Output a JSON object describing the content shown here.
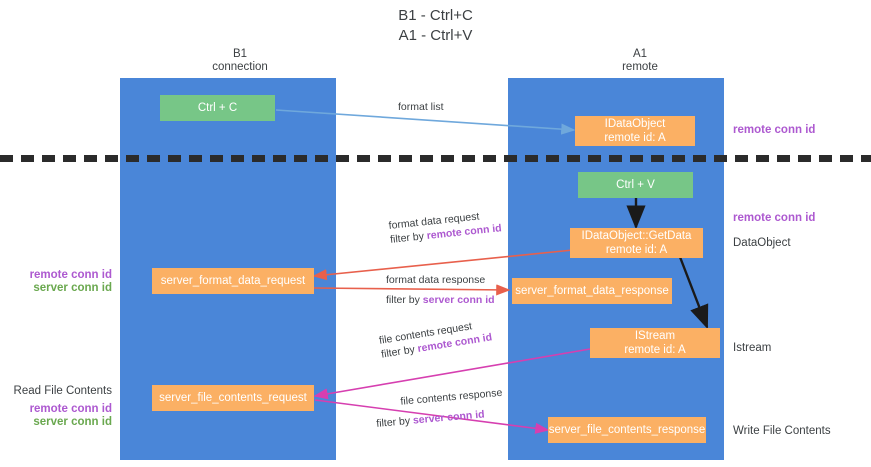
{
  "title": {
    "line1": "B1 - Ctrl+C",
    "line2": "A1 - Ctrl+V"
  },
  "columns": {
    "left": {
      "name": "B1",
      "role": "connection"
    },
    "right": {
      "name": "A1",
      "role": "remote"
    }
  },
  "boxes": {
    "ctrl_c": "Ctrl + C",
    "ctrl_v": "Ctrl + V",
    "data_object": {
      "line1": "IDataObject",
      "line2": "remote id: A"
    },
    "get_data": {
      "line1": "IDataObject::GetData",
      "line2": "remote id: A"
    },
    "istream": {
      "line1": "IStream",
      "line2": "remote id: A"
    },
    "server_format_data_request": "server_format_data_request",
    "server_format_data_response": "server_format_data_response",
    "server_file_contents_request": "server_file_contents_request",
    "server_file_contents_response": "server_file_contents_response"
  },
  "captions": {
    "format_list": "format list",
    "format_data_request": "format data request",
    "format_data_request_filter_prefix": "filter by ",
    "format_data_request_filter_key": "remote conn id",
    "format_data_response": "format data response",
    "format_data_response_filter_prefix": "filter by ",
    "format_data_response_filter_key": "server conn id",
    "file_contents_request": "file contents request",
    "file_contents_request_filter_prefix": "filter by ",
    "file_contents_request_filter_key": "remote conn id",
    "file_contents_response": "file contents response",
    "file_contents_response_filter_prefix": "filter by ",
    "file_contents_response_filter_key": "server conn id"
  },
  "side_labels": {
    "right_remote_conn_id_top": "remote conn id",
    "right_remote_conn_id_mid": "remote conn id",
    "right_data_object": "DataObject",
    "right_istream": "Istream",
    "right_write_file_contents": "Write File Contents",
    "left_remote_conn_id_mid": "remote conn id",
    "left_server_conn_id_mid": "server conn id",
    "left_read_file_contents": "Read File Contents",
    "left_remote_conn_id_bottom": "remote conn id",
    "left_server_conn_id_bottom": "server conn id"
  },
  "colors": {
    "lane": "#4a86d8",
    "green_box": "#77c687",
    "orange_box": "#fbb064",
    "purple_text": "#ad59d0",
    "green_text": "#6aa84f",
    "arrow_blue": "#6fa8dc",
    "arrow_red": "#e8604c",
    "arrow_magenta": "#d63fb0",
    "arrow_black": "#1a1a1a"
  }
}
